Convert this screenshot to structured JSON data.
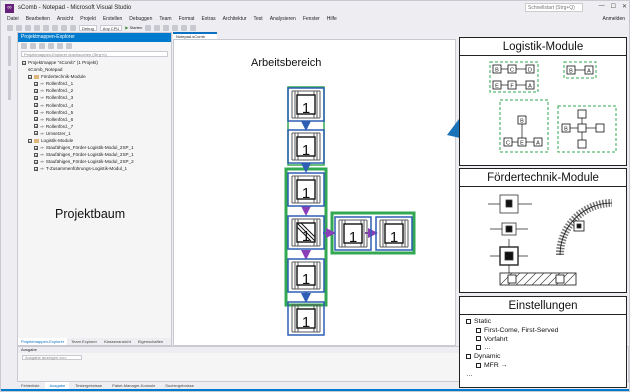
{
  "window": {
    "title": "sComb - Notepad - Microsoft Visual Studio",
    "quick_launch_placeholder": "Schnellstart (Strg+Q)",
    "min_icon": "minimize-icon",
    "max_icon": "maximize-icon",
    "close_icon": "close-icon",
    "user": "Anmelden"
  },
  "menu": [
    "Datei",
    "Bearbeiten",
    "Ansicht",
    "Projekt",
    "Erstellen",
    "Debuggen",
    "Team",
    "Format",
    "Extras",
    "Architektur",
    "Test",
    "Analysieren",
    "Fenster",
    "Hilfe"
  ],
  "toolbar": {
    "config": "Debug",
    "platform": "Any CPU",
    "start_label": "Starten"
  },
  "solution_explorer": {
    "title": "Projektmappen-Explorer",
    "search_placeholder": "Projektmappen-Explorer durchsuchen (Strg+ü)",
    "items": [
      {
        "text": "Projektmappe \"sComb\" (1 Projekt)",
        "level": 0,
        "kind": "solution"
      },
      {
        "text": "sComb_Notepad",
        "level": 1,
        "kind": "project"
      },
      {
        "text": "Fördertechnik-Module",
        "level": 1,
        "kind": "folder"
      },
      {
        "text": "Rollenförd._1",
        "level": 2,
        "kind": "module"
      },
      {
        "text": "Rollenförd._2",
        "level": 2,
        "kind": "module"
      },
      {
        "text": "Rollenförd._3",
        "level": 2,
        "kind": "module"
      },
      {
        "text": "Rollenförd._4",
        "level": 2,
        "kind": "module"
      },
      {
        "text": "Rollenförd._5",
        "level": 2,
        "kind": "module"
      },
      {
        "text": "Rollenförd._6",
        "level": 2,
        "kind": "module"
      },
      {
        "text": "Rollenförd._7",
        "level": 2,
        "kind": "module"
      },
      {
        "text": "Umsetzer_1",
        "level": 2,
        "kind": "module"
      },
      {
        "text": "Logistik-Module",
        "level": 1,
        "kind": "folder"
      },
      {
        "text": "Staufähiges_Förder-Logistik-Modul_2SP_1",
        "level": 2,
        "kind": "module"
      },
      {
        "text": "Staufähiges_Förder-Logistik-Modul_2SP_1",
        "level": 2,
        "kind": "module"
      },
      {
        "text": "Staufähiges_Förder-Logistik-Modul_2SP_2",
        "level": 2,
        "kind": "module"
      },
      {
        "text": "T-Zusammenführungs-Logistik-Modul_1",
        "level": 2,
        "kind": "module"
      }
    ],
    "tabs": [
      "Projektmappen-Explorer",
      "Team Explorer",
      "Klassenansicht",
      "Eigenschaften"
    ]
  },
  "document_tab": "Notepad.sComb",
  "output": {
    "title": "Ausgabe",
    "field": "Ausgabe anzeigen von:"
  },
  "bottom_tabs": [
    "Fehlerliste",
    "Ausgabe",
    "Testergebnisse",
    "Paket-Manager-Konsole",
    "Suchergebnisse"
  ],
  "labels": {
    "projektbaum": "Projektbaum",
    "arbeitsbereich": "Arbeitsbereich"
  },
  "panels": {
    "logistik_title": "Logistik-Module",
    "foerder_title": "Fördertechnik-Module",
    "einst_title": "Einstellungen"
  },
  "settings": [
    {
      "text": "Static",
      "indent": 0
    },
    {
      "text": "First-Come, First-Served",
      "indent": 1
    },
    {
      "text": "Vorfahrt",
      "indent": 1
    },
    {
      "text": "…",
      "indent": 1
    },
    {
      "text": "Dynamic",
      "indent": 0
    },
    {
      "text": "MFR →",
      "indent": 1
    },
    {
      "text": "…",
      "indent": 0
    }
  ],
  "module_label": "1",
  "logistik_icons": {
    "l1": "B",
    "l2": "C",
    "l3": "D",
    "l4": "E",
    "l5": "F",
    "l6": "A",
    "l7": "B",
    "l8": "A",
    "l9": "B",
    "l10": "C",
    "l11": "E",
    "l12": "A",
    "l13": "B"
  },
  "colors": {
    "accent": "#007acc",
    "group_green": "#33a852",
    "module_blue": "#2e5fb4",
    "arrow_blue": "#1a73b8",
    "flow_purple": "#8a3fb8"
  }
}
